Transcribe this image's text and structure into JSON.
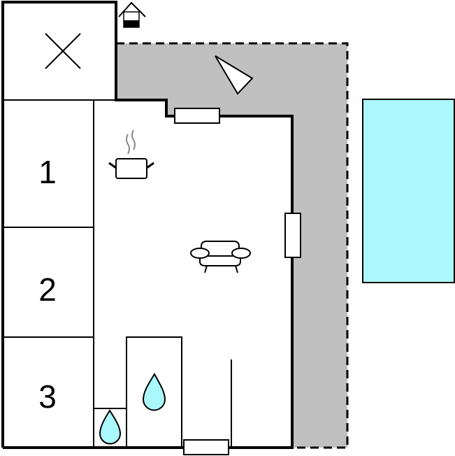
{
  "rooms": {
    "room_1_label": "1",
    "room_2_label": "2",
    "room_3_label": "3"
  },
  "colors": {
    "terrace": "#c0c0c0",
    "pool": "#aaf8fc",
    "water": "#aaf8fc",
    "wall": "#000000"
  },
  "icons": [
    "house-entrance-icon",
    "compass-triangle-icon",
    "cooking-pot-icon",
    "armchair-icon",
    "water-drop-icon",
    "closed-off-room-x-icon"
  ]
}
